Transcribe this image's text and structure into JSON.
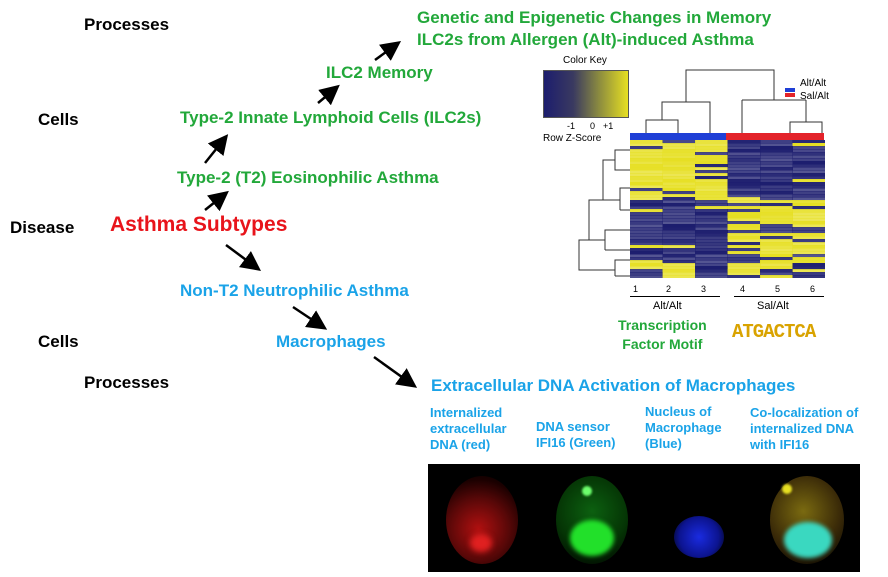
{
  "levels": {
    "processes_top": "Processes",
    "cells_top": "Cells",
    "disease": "Disease",
    "cells_bottom": "Cells",
    "processes_bottom": "Processes"
  },
  "nodes": {
    "asthma_subtypes": "Asthma Subtypes",
    "t2_asthma": "Type-2 (T2) Eosinophilic Asthma",
    "ilc2s": "Type-2 Innate Lymphoid Cells (ILC2s)",
    "ilc2_memory": "ILC2 Memory",
    "genetic_title_1": "Genetic and Epigenetic Changes in Memory",
    "genetic_title_2": "ILC2s from Allergen (Alt)-induced Asthma",
    "nont2_asthma": "Non-T2 Neutrophilic Asthma",
    "macrophages": "Macrophages",
    "extracellular_title": "Extracellular DNA Activation of Macrophages"
  },
  "heatmap": {
    "color_key": "Color Key",
    "ticks": [
      "-1",
      "0",
      "+1"
    ],
    "row_zscore": "Row Z-Score",
    "legend": [
      "Alt/Alt",
      "Sal/Alt"
    ],
    "columns": [
      "1",
      "2",
      "3",
      "4",
      "5",
      "6"
    ],
    "groups": [
      "Alt/Alt",
      "Sal/Alt"
    ],
    "tf_line1": "Transcription",
    "tf_line2": "Factor Motif",
    "motif": "ATGACTCA",
    "colors": {
      "alt": "#1f3fd6",
      "sal": "#e3232a",
      "low": "#1c1d6e",
      "high": "#e6df22"
    }
  },
  "panels": [
    {
      "caption": "Internalized extracellular DNA (red)",
      "color": "#e0201c"
    },
    {
      "caption": "DNA sensor IFI16 (Green)",
      "color": "#22e02a"
    },
    {
      "caption": "Nucleus of Macrophage (Blue)",
      "color": "#1a2be0"
    },
    {
      "caption": "Co-localization of internalized DNA with IFI16",
      "color": "#c8b820"
    }
  ]
}
